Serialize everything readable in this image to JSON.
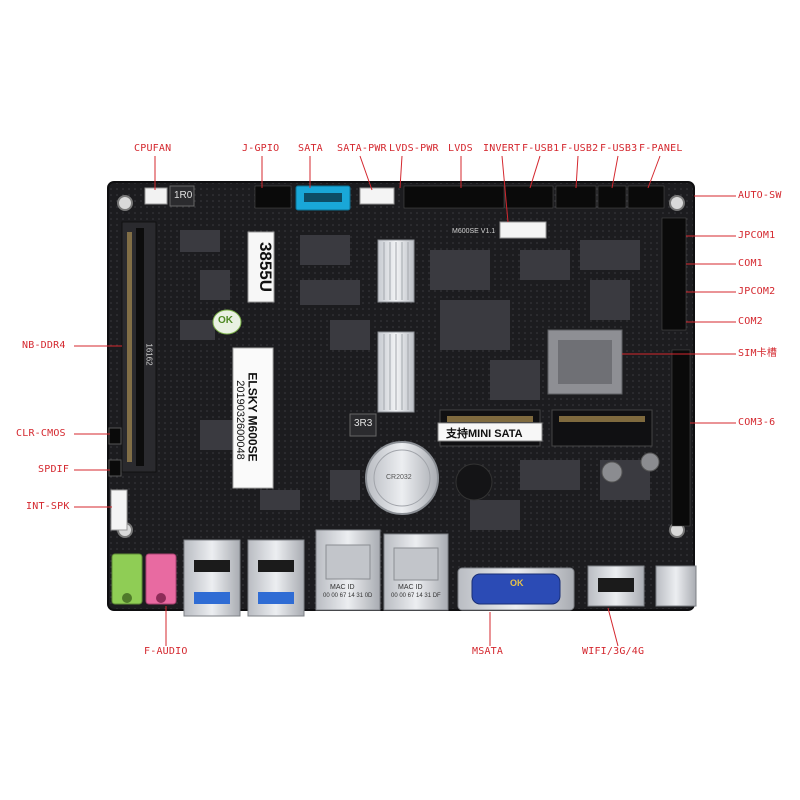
{
  "labels": {
    "top": [
      {
        "id": "cpufan",
        "text": "CPUFAN"
      },
      {
        "id": "jgpio",
        "text": "J-GPIO"
      },
      {
        "id": "sata",
        "text": "SATA"
      },
      {
        "id": "satapwr",
        "text": "SATA-PWR"
      },
      {
        "id": "lvdspwr",
        "text": "LVDS-PWR"
      },
      {
        "id": "lvds",
        "text": "LVDS"
      },
      {
        "id": "invert",
        "text": "INVERT"
      },
      {
        "id": "fusb1",
        "text": "F-USB1"
      },
      {
        "id": "fusb2",
        "text": "F-USB2"
      },
      {
        "id": "fusb3",
        "text": "F-USB3"
      },
      {
        "id": "fpanel",
        "text": "F-PANEL"
      }
    ],
    "right": [
      {
        "id": "autosw",
        "text": "AUTO-SW"
      },
      {
        "id": "jpcom1",
        "text": "JPCOM1"
      },
      {
        "id": "com1",
        "text": "COM1"
      },
      {
        "id": "jpcom2",
        "text": "JPCOM2"
      },
      {
        "id": "com2",
        "text": "COM2"
      },
      {
        "id": "sim",
        "text": "SIM卡槽"
      },
      {
        "id": "com36",
        "text": "COM3-6"
      }
    ],
    "left": [
      {
        "id": "nbddr4",
        "text": "NB-DDR4"
      },
      {
        "id": "clrcmos",
        "text": "CLR-CMOS"
      },
      {
        "id": "spdif",
        "text": "SPDIF"
      },
      {
        "id": "intspk",
        "text": "INT-SPK"
      }
    ],
    "bottom": [
      {
        "id": "faudio",
        "text": "F-AUDIO"
      },
      {
        "id": "msata",
        "text": "MSATA"
      },
      {
        "id": "wifi",
        "text": "WIFI/3G/4G"
      }
    ]
  },
  "board": {
    "cpu_model": "3855U",
    "brand_line": "ELSKY M600SE",
    "serial": "2019032600048",
    "mini_sata": "支持MINI SATA",
    "mac_label": "MAC ID",
    "mac_a": "00 00 67 14 31 0D",
    "mac_b": "00 00 67 14 31 DF",
    "model_silk": "M600SE V1.1",
    "inductor_a": "1R0",
    "inductor_b": "3R3",
    "dimm_silk": "16162",
    "ok_sticker": "OK",
    "ok_sticker_b": "OK",
    "battery_text": "CR2032"
  },
  "colors": {
    "pcb": "#1c1c1f",
    "pcb_trace": "#2a2a2e",
    "label": "#d4272e",
    "sata_port": "#19a7d8",
    "audio_green": "#8fcd55",
    "audio_pink": "#e86aa1",
    "usb_blue": "#2f6cd4",
    "vga_blue": "#2b4bb5"
  }
}
